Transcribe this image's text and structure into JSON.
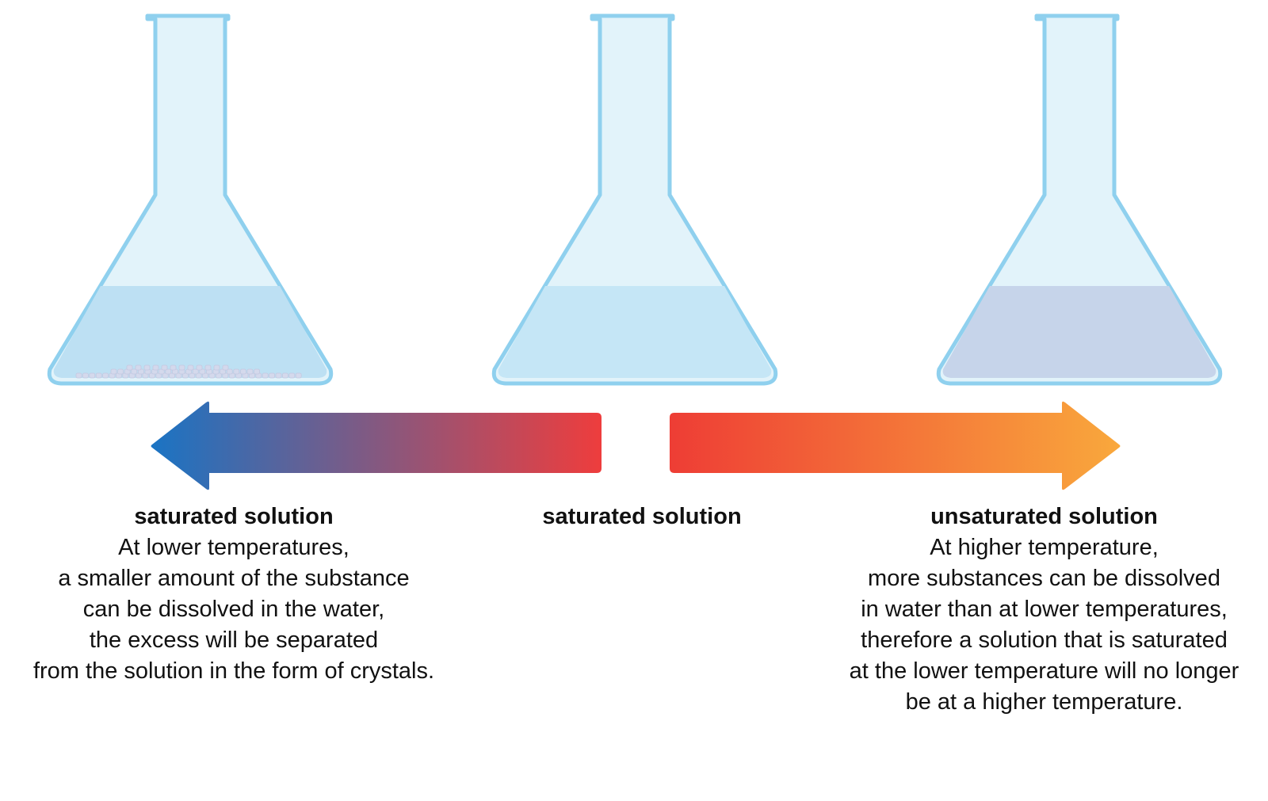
{
  "flasks": [
    {
      "id": "left",
      "liquid_color": "#bde0f3",
      "has_crystals": true
    },
    {
      "id": "middle",
      "liquid_color": "#c5e6f6",
      "has_crystals": false
    },
    {
      "id": "right",
      "liquid_color": "#c6d4ea",
      "has_crystals": false
    }
  ],
  "arrows": {
    "left": {
      "direction": "left",
      "gradient_start": "#1a74c4",
      "gradient_end": "#ee3d3d"
    },
    "right": {
      "direction": "right",
      "gradient_start": "#ee3d35",
      "gradient_end": "#f9a83c"
    }
  },
  "glass_color": "#8fd0ee",
  "glass_fill": "#e2f3fa",
  "captions": {
    "left": {
      "title": "saturated solution",
      "lines": [
        "At lower temperatures,",
        "a smaller amount  of the substance",
        "can be dissolved in the water,",
        "the excess will be separated",
        "from the solution in the form of crystals."
      ]
    },
    "middle": {
      "title": "saturated solution",
      "lines": []
    },
    "right": {
      "title": "unsaturated solution",
      "lines": [
        "At higher temperature,",
        "more substances can be dissolved",
        "in water than at lower temperatures,",
        "therefore a solution that is saturated",
        "at the lower temperature will no longer",
        "be at a higher temperature."
      ]
    }
  }
}
